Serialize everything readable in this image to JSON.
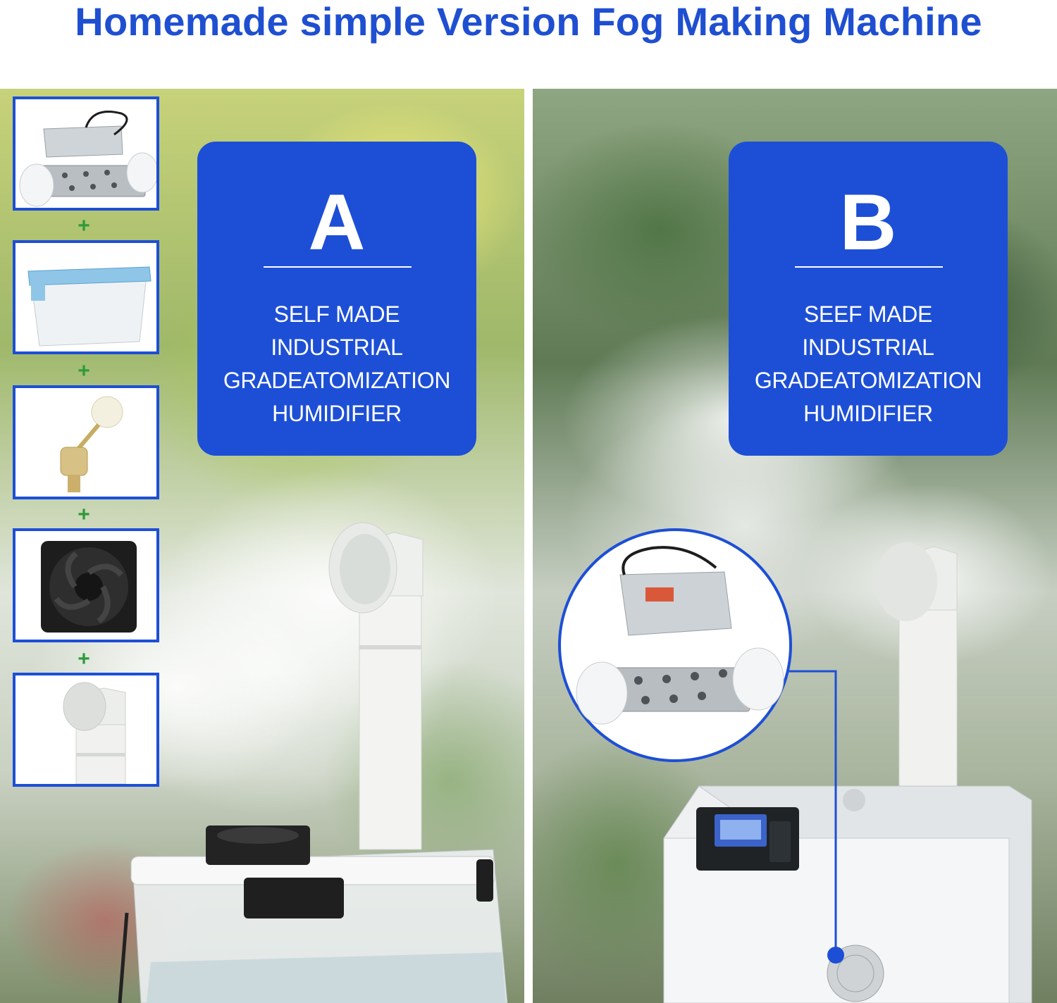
{
  "title": "Homemade simple Version Fog Making Machine",
  "option_a": {
    "letter": "A",
    "lines": [
      "SELF MADE",
      "INDUSTRIAL",
      "GRADEATOMIZATION",
      "HUMIDIFIER"
    ]
  },
  "option_b": {
    "letter": "B",
    "lines": [
      "SEEF MADE",
      "INDUSTRIAL",
      "GRADEATOMIZATION",
      "HUMIDIFIER"
    ]
  },
  "components": [
    {
      "icon": "atomizer-kit-icon"
    },
    {
      "icon": "storage-box-icon"
    },
    {
      "icon": "float-valve-icon"
    },
    {
      "icon": "cooling-fan-icon"
    },
    {
      "icon": "elbow-pipe-icon"
    }
  ],
  "plus_symbol": "+",
  "colors": {
    "title": "#1f4fd1",
    "card": "#1d4fd6",
    "plus": "#2f9a3a"
  }
}
